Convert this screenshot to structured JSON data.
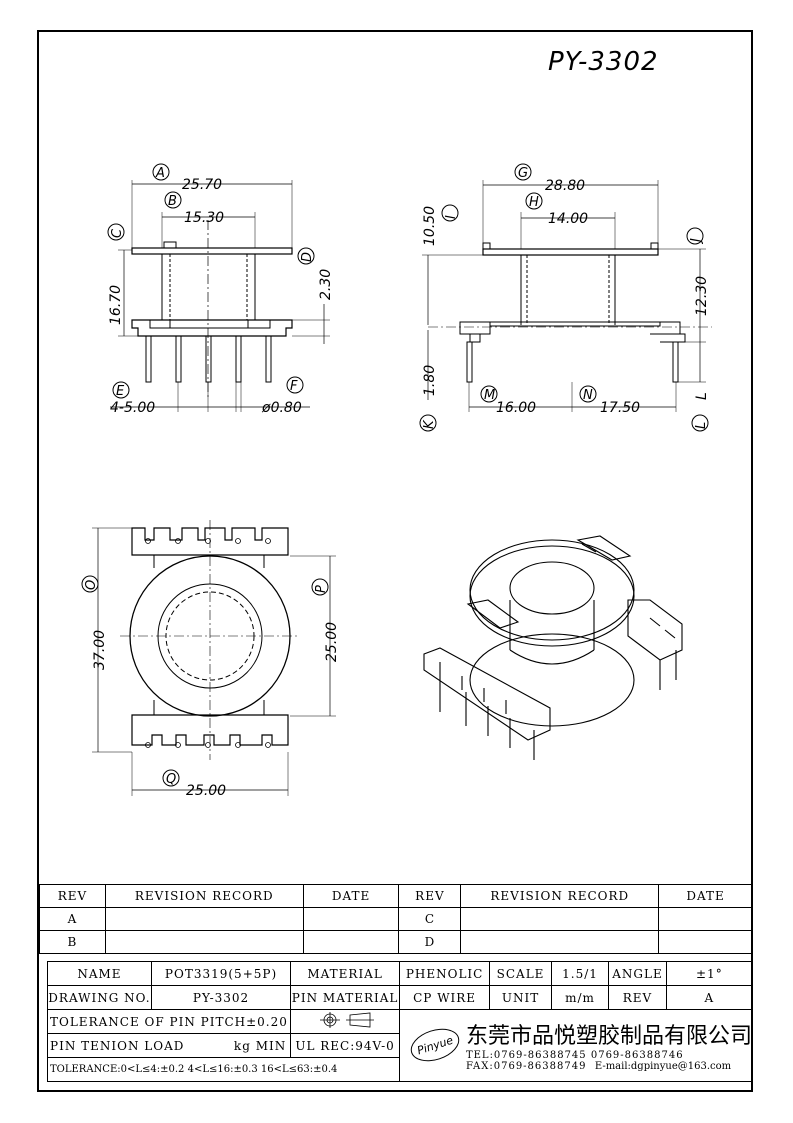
{
  "title": "PY-3302",
  "labels": {
    "A": "A",
    "B": "B",
    "C": "C",
    "D": "D",
    "E": "E",
    "F": "F",
    "G": "G",
    "H": "H",
    "I": "I",
    "J": "J",
    "K": "K",
    "L": "L",
    "M": "M",
    "N": "N",
    "O": "O",
    "P": "P",
    "Q": "Q"
  },
  "dims": {
    "a": "25.70",
    "b": "15.30",
    "c": "16.70",
    "d": "2.30",
    "e": "4-5.00",
    "f": "ø0.80",
    "g": "28.80",
    "h": "14.00",
    "i": "10.50",
    "j": "12.30",
    "k": "1.80",
    "l": "L",
    "m": "16.00",
    "n": "17.50",
    "o": "37.00",
    "p": "25.00",
    "q": "25.00"
  },
  "revision": {
    "headers": [
      "REV",
      "REVISION RECORD",
      "DATE",
      "REV",
      "REVISION RECORD",
      "DATE"
    ],
    "rows": [
      [
        "A",
        "",
        "",
        "C",
        "",
        ""
      ],
      [
        "B",
        "",
        "",
        "D",
        "",
        ""
      ]
    ]
  },
  "info": {
    "name_label": "NAME",
    "name": "POT3319(5+5P)",
    "material_label": "MATERIAL",
    "material": "PHENOLIC",
    "scale_label": "SCALE",
    "scale": "1.5/1",
    "angle_label": "ANGLE",
    "angle": "±1°",
    "drawing_label": "DRAWING NO.",
    "drawing_no": "PY-3302",
    "pin_material_label": "PIN MATERIAL",
    "pin_material": "CP WIRE",
    "unit_label": "UNIT",
    "unit": "m/m",
    "rev_label": "REV",
    "rev": "A",
    "tol_pitch": "TOLERANCE OF PIN PITCH±0.20",
    "tension_label": "PIN TENION LOAD",
    "tension_unit": "kg MIN",
    "ul": "UL REC:94V-0",
    "tolerance": "TOLERANCE:0<L≤4:±0.2  4<L≤16:±0.3  16<L≤63:±0.4",
    "logo": "Pinyue",
    "company": "东莞市品悦塑胶制品有限公司",
    "tel": "TEL:0769-86388745   0769-86388746",
    "fax": "FAX:0769-86388749",
    "email": "E-mail:dgpinyue@163.com"
  }
}
